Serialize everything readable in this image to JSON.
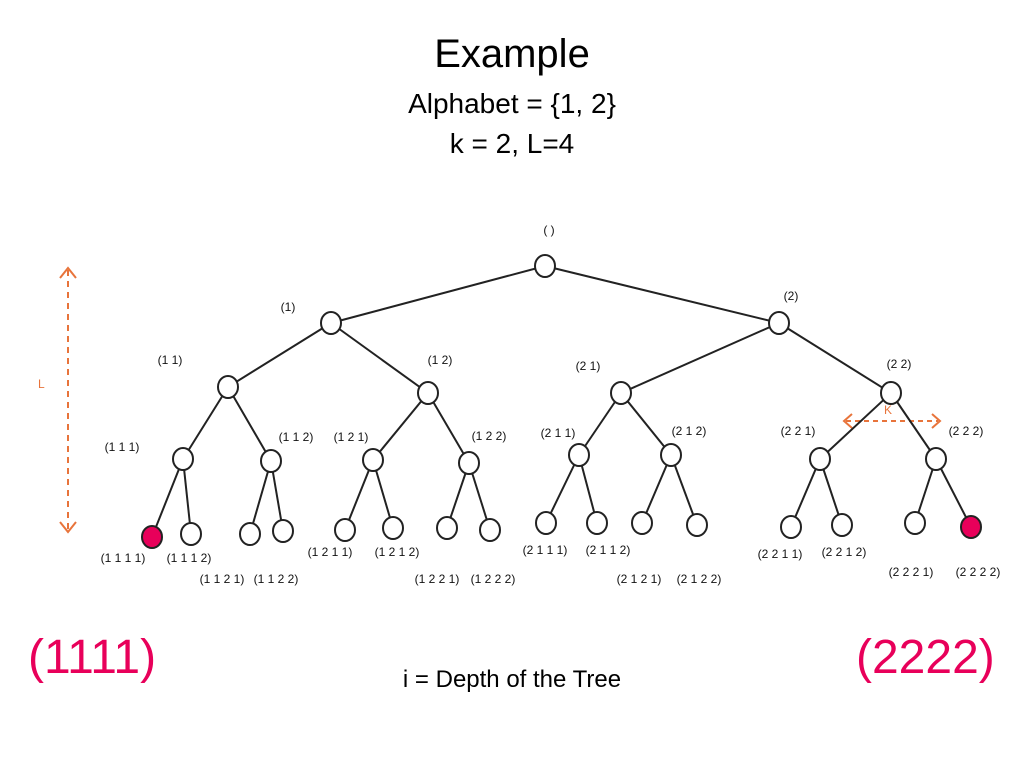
{
  "title": "Example",
  "subtitle1": "Alphabet = {1, 2}",
  "subtitle2": "k = 2, L=4",
  "caption": "i = Depth of the Tree",
  "left_highlight": "(1111)",
  "right_highlight": "(2222)",
  "L_label": "L",
  "k_label": "K",
  "highlight_color": "#e8005a",
  "annotation_color": "#e8743b",
  "nodes": [
    {
      "label": "( )",
      "highlight": false
    },
    {
      "label": "(1)",
      "highlight": false
    },
    {
      "label": "(2)",
      "highlight": false
    },
    {
      "label": "(1 1)",
      "highlight": false
    },
    {
      "label": "(1 2)",
      "highlight": false
    },
    {
      "label": "(2 1)",
      "highlight": false
    },
    {
      "label": "(2 2)",
      "highlight": false
    },
    {
      "label": "(1 1 1)",
      "highlight": false
    },
    {
      "label": "(1 1 2)",
      "highlight": false
    },
    {
      "label": "(1 2 1)",
      "highlight": false
    },
    {
      "label": "(1 2 2)",
      "highlight": false
    },
    {
      "label": "(2 1 1)",
      "highlight": false
    },
    {
      "label": "(2 1 2)",
      "highlight": false
    },
    {
      "label": "(2 2 1)",
      "highlight": false
    },
    {
      "label": "(2 2 2)",
      "highlight": false
    },
    {
      "label": "(1 1 1 1)",
      "highlight": true
    },
    {
      "label": "(1 1 1 2)",
      "highlight": false
    },
    {
      "label": "(1 1 2 1)",
      "highlight": false
    },
    {
      "label": "(1 1 2 2)",
      "highlight": false
    },
    {
      "label": "(1 2 1 1)",
      "highlight": false
    },
    {
      "label": "(1 2 1 2)",
      "highlight": false
    },
    {
      "label": "(1 2 2 1)",
      "highlight": false
    },
    {
      "label": "(1 2 2 2)",
      "highlight": false
    },
    {
      "label": "(2 1 1 1)",
      "highlight": false
    },
    {
      "label": "(2 1 1 2)",
      "highlight": false
    },
    {
      "label": "(2 1 2 1)",
      "highlight": false
    },
    {
      "label": "(2 1 2 2)",
      "highlight": false
    },
    {
      "label": "(2 2 1 1)",
      "highlight": false
    },
    {
      "label": "(2 2 1 2)",
      "highlight": false
    },
    {
      "label": "(2 2 2 1)",
      "highlight": false
    },
    {
      "label": "(2 2 2 2)",
      "highlight": true
    }
  ]
}
